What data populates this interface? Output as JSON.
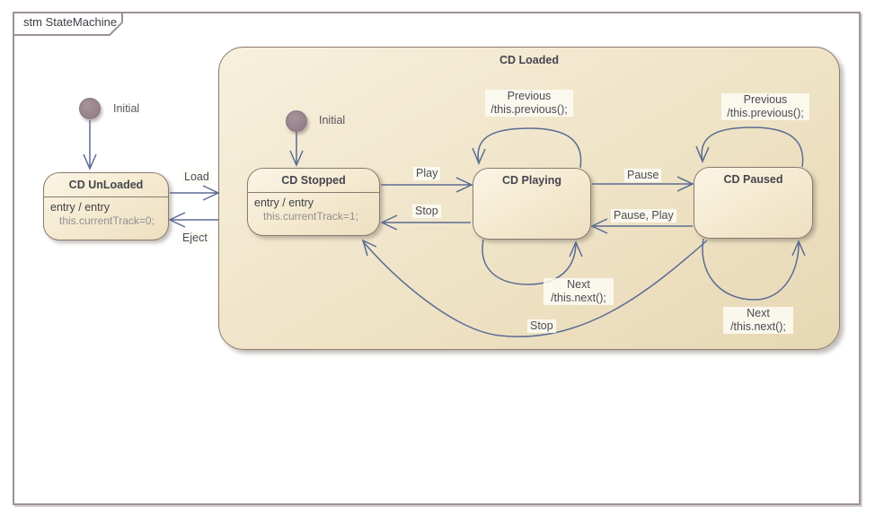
{
  "frame": {
    "title": "stm StateMachine"
  },
  "diagram": {
    "composite_state": {
      "title": "CD Loaded"
    },
    "states": {
      "cd_unloaded": {
        "title": "CD UnLoaded",
        "entry": "entry / entry",
        "action": "this.currentTrack=0;"
      },
      "cd_stopped": {
        "title": "CD Stopped",
        "entry": "entry / entry",
        "action": "this.currentTrack=1;"
      },
      "cd_playing": {
        "title": "CD Playing"
      },
      "cd_paused": {
        "title": "CD Paused"
      }
    },
    "initial_outer": {
      "label": "Initial"
    },
    "initial_inner": {
      "label": "Initial"
    },
    "transitions": {
      "load": {
        "label": "Load"
      },
      "eject": {
        "label": "Eject"
      },
      "play": {
        "label": "Play"
      },
      "stop": {
        "label": "Stop"
      },
      "pause": {
        "label": "Pause"
      },
      "pause_play": {
        "label": "Pause, Play"
      },
      "previous_playing": {
        "trigger": "Previous",
        "effect": "/this.previous();"
      },
      "next_playing": {
        "trigger": "Next",
        "effect": "/this.next();"
      },
      "previous_paused": {
        "trigger": "Previous",
        "effect": "/this.previous();"
      },
      "next_paused": {
        "trigger": "Next",
        "effect": "/this.next();"
      },
      "stop_paused_to_stopped": {
        "label": "Stop"
      }
    }
  },
  "colors": {
    "transition_line": "#5b6b93",
    "state_border": "#8b7a70",
    "state_fill_light": "#fbf5e5",
    "state_fill_dark": "#eddfc1",
    "composite_fill_light": "#f7f0dd",
    "composite_fill_dark": "#e7d8b4",
    "initial_node_fill": "#96808a",
    "frame_border": "#9b9198",
    "title_text": "#45454e",
    "action_text": "#8f8f8f"
  }
}
